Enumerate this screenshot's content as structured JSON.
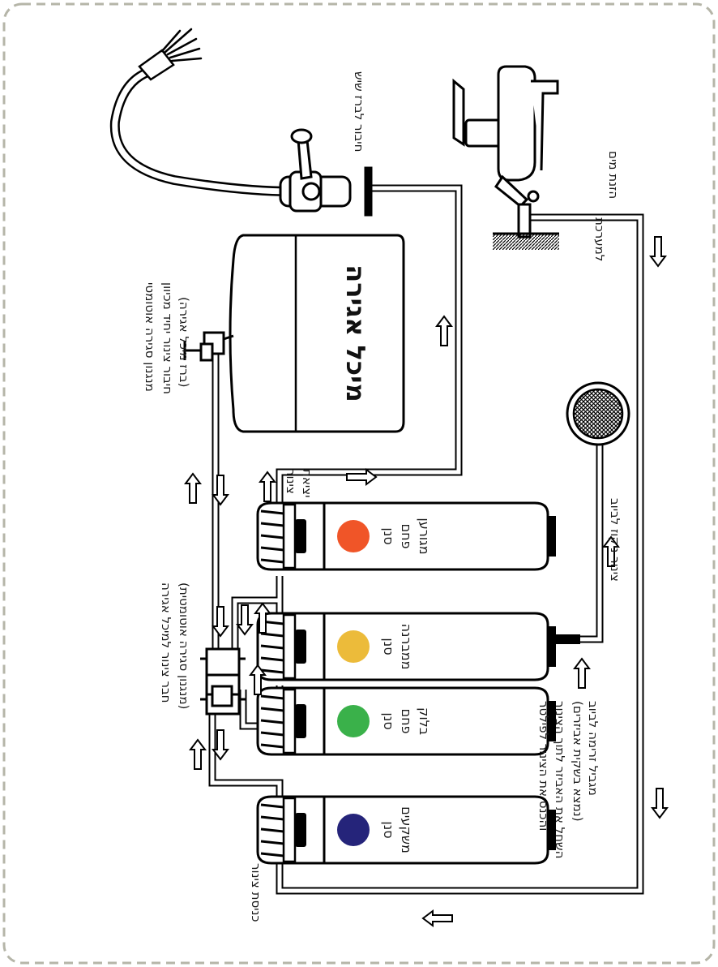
{
  "tank": {
    "label": "מיכל אגירה"
  },
  "filters": [
    {
      "line1": "סנן",
      "line2": "משקעים",
      "line3": "",
      "color": "#25247a"
    },
    {
      "line1": "סנן",
      "line2": "פחם",
      "line3": "בלוק",
      "color": "#3ab14a"
    },
    {
      "line1": "סנן",
      "line2": "ממברנה",
      "line3": "",
      "color": "#ecbb3a"
    },
    {
      "line1": "סנן",
      "line2": "פחם",
      "line3": "מגורען",
      "color": "#f05528"
    }
  ],
  "labels": {
    "faucet": "חיבור לברז שיש",
    "feed_valve": "הזנת מים",
    "feed_valve_2": "למערכת",
    "tank_valve_1": "(ברז מיכל אגירה)",
    "tank_valve_2": "חיבור צינור יחיד מכיוון",
    "tank_valve_3": "מנגנון סגירה אוטומטי",
    "outlet_1": "יציאת",
    "outlet_2": "צינור",
    "auto_shutoff_1": "(מנגנון סגירה אוטומטית)",
    "auto_shutoff_2": "חבר צינור למיכל אגירה",
    "drain": "צינור ניקוז לביוב",
    "flow_restrictor_1": "מגביל זרימה לביוב",
    "flow_restrictor_2": "(נמצא בשקית אביזרים)",
    "flow_restrictor_3": "השחל את האביזר לתוך הצינור",
    "flow_restrictor_4": "והכנס את הצינור לפילטר",
    "inlet": "כניסת צינור"
  }
}
